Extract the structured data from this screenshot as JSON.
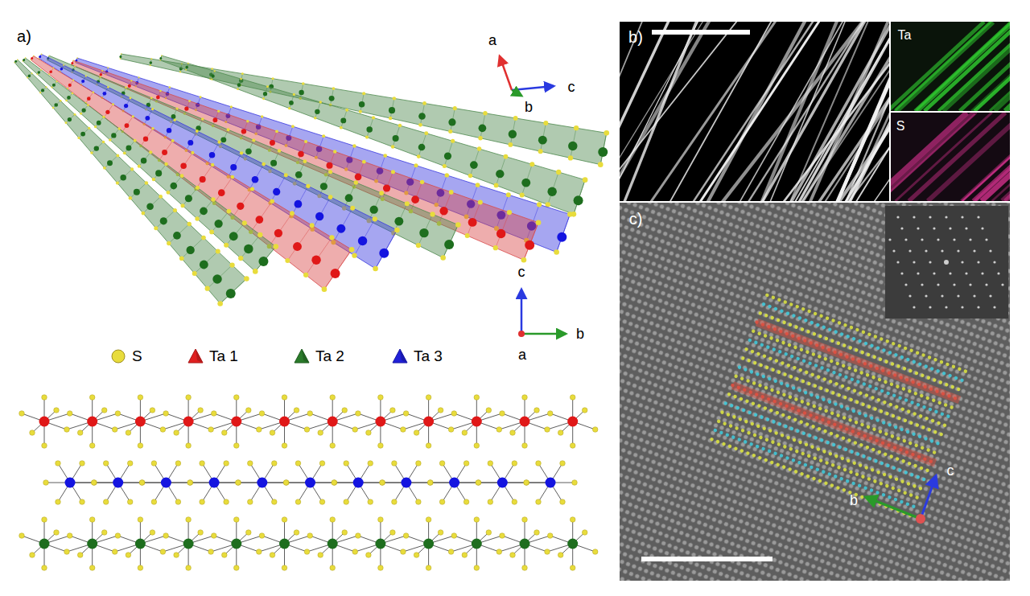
{
  "diagram": {
    "labels": [
      "a)",
      "a",
      "c",
      "b",
      "c",
      "b",
      "a",
      "b)",
      "Ta",
      "S",
      "c)",
      "c",
      "b"
    ],
    "legend": [
      {
        "text": "S",
        "color": "#e8dc3c"
      },
      {
        "text": "Ta 1",
        "color": "#e02020"
      },
      {
        "text": "Ta 2",
        "color": "#2a7a2a"
      },
      {
        "text": "Ta 3",
        "color": "#2020d8"
      }
    ]
  }
}
